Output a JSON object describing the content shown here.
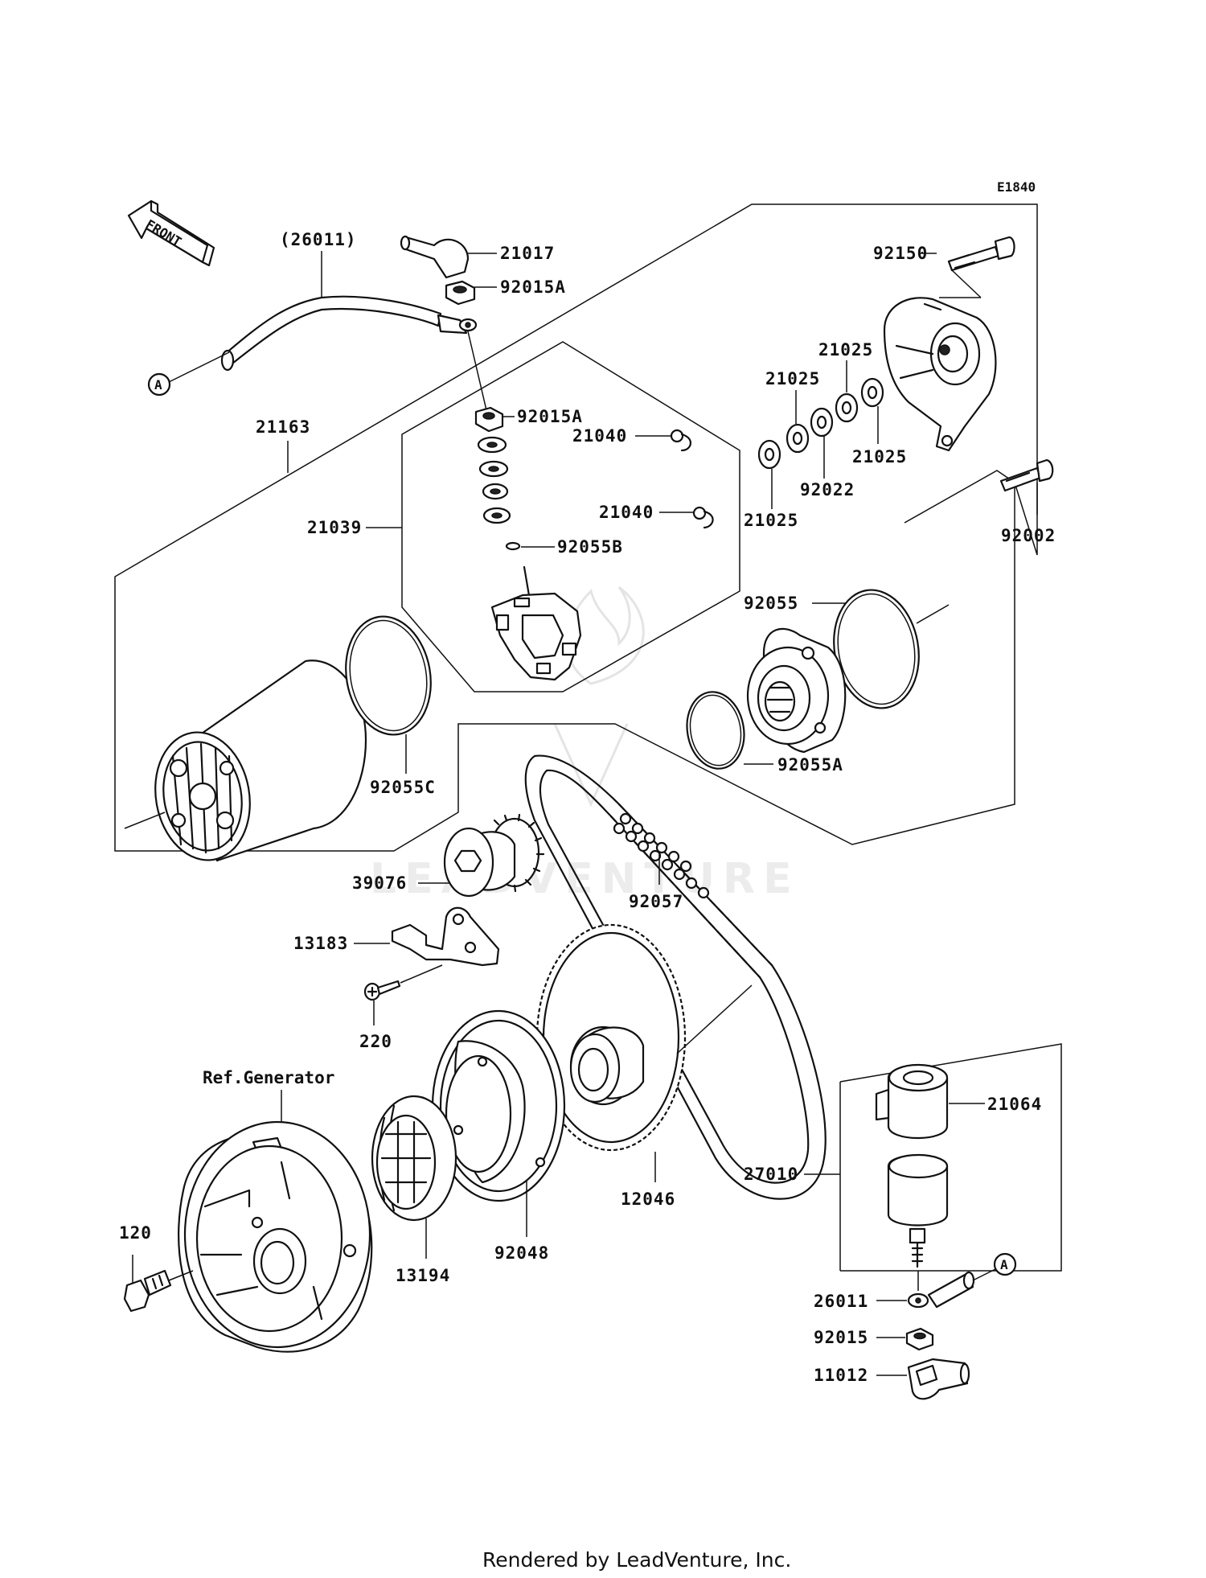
{
  "diagram": {
    "code": "E1840",
    "front_label": "FRONT",
    "ref_label": "Ref.Generator",
    "connector_marker": "A",
    "watermark": "LEADVENTURE",
    "footer": "Rendered by LeadVenture, Inc.",
    "parts": {
      "p26011_paren": "(26011)",
      "p21017": "21017",
      "p92015A_top": "92015A",
      "p92015A_mid": "92015A",
      "p21163": "21163",
      "p21040_a": "21040",
      "p21040_b": "21040",
      "p21039": "21039",
      "p92055B": "92055B",
      "p92150": "92150",
      "p21025_a": "21025",
      "p21025_b": "21025",
      "p21025_c": "21025",
      "p21025_d": "21025",
      "p92022": "92022",
      "p92002": "92002",
      "p92055": "92055",
      "p92055A": "92055A",
      "p92055C": "92055C",
      "p39076": "39076",
      "p92057": "92057",
      "p13183": "13183",
      "p220": "220",
      "p12046": "12046",
      "p92048": "92048",
      "p13194": "13194",
      "p120": "120",
      "p21064": "21064",
      "p27010": "27010",
      "p26011": "26011",
      "p92015": "92015",
      "p11012": "11012"
    }
  }
}
